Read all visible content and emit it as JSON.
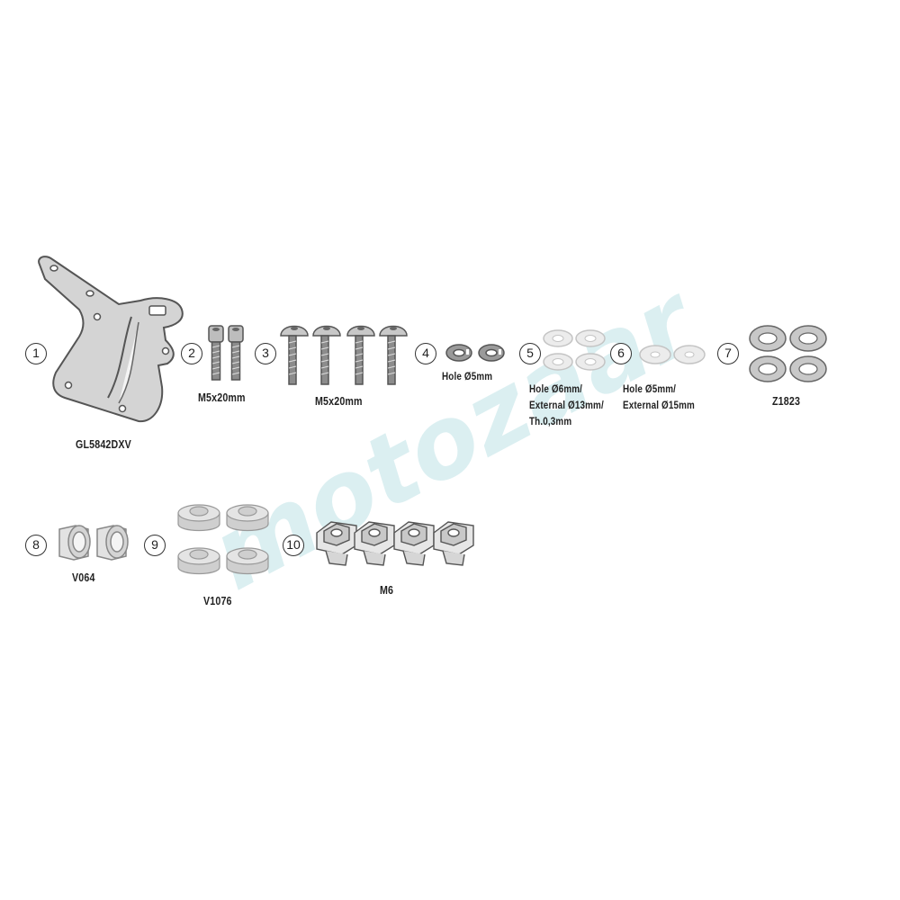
{
  "items": [
    {
      "number": "1",
      "code": "GL5842DXV"
    },
    {
      "number": "2",
      "spec": "M5x20mm"
    },
    {
      "number": "3",
      "spec": "M5x20mm"
    },
    {
      "number": "4",
      "spec": "Hole Ø5mm"
    },
    {
      "number": "5",
      "spec_lines": [
        "Hole Ø6mm/",
        "External Ø13mm/",
        "Th.0,3mm"
      ]
    },
    {
      "number": "6",
      "spec_lines": [
        "Hole Ø5mm/",
        "External Ø15mm"
      ]
    },
    {
      "number": "7",
      "code": "Z1823"
    },
    {
      "number": "8",
      "code": "V064"
    },
    {
      "number": "9",
      "code": "V1076"
    },
    {
      "number": "10",
      "spec": "M6"
    }
  ],
  "watermark": {
    "text": "motozaar",
    "color": "#cfe9ec"
  },
  "colors": {
    "part_fill": "#d4d4d4",
    "part_stroke": "#555555",
    "dark_fill": "#8c8c8c"
  }
}
